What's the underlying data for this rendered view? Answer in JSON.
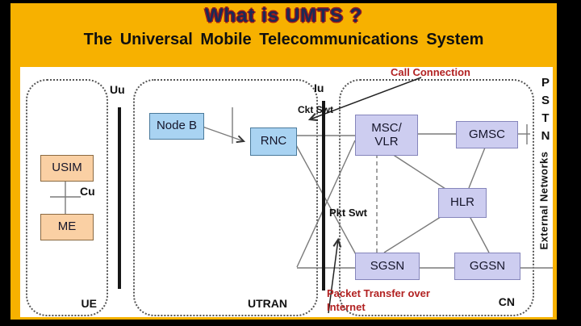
{
  "header": {
    "title": "What is UMTS ?",
    "subtitle": "The Universal Mobile Telecommunications System"
  },
  "groups": {
    "ue": "UE",
    "utran": "UTRAN",
    "cn": "CN"
  },
  "nodes": {
    "usim": "USIM",
    "me": "ME",
    "node_b": "Node B",
    "rnc": "RNC",
    "msc_vlr_line1": "MSC/",
    "msc_vlr_line2": "VLR",
    "gmsc": "GMSC",
    "hlr": "HLR",
    "sgsn": "SGSN",
    "ggsn": "GGSN"
  },
  "interfaces": {
    "uu": "Uu",
    "cu": "Cu",
    "iu": "Iu"
  },
  "annotations": {
    "call_connection": "Call Connection",
    "ckt_swt": "Ckt Swt",
    "pkt_swt": "Pkt Swt",
    "packet_transfer_line1": "Packet Transfer over",
    "packet_transfer_line2": "Internet",
    "external_networks": "External Networks",
    "pstn_letters": [
      "P",
      "S",
      "T",
      "N"
    ]
  },
  "colors": {
    "slide_yellow": "#F7B100",
    "title_navy": "#1B2A55",
    "title_outline_red": "#9E1B1B",
    "annotation_red": "#B22222",
    "box_peach": "#FAD0A4",
    "box_blue": "#A9D3F2",
    "box_lavender": "#CDCDF0",
    "interface_line_black": "#161616",
    "wire_gray": "#7a7a7a"
  }
}
